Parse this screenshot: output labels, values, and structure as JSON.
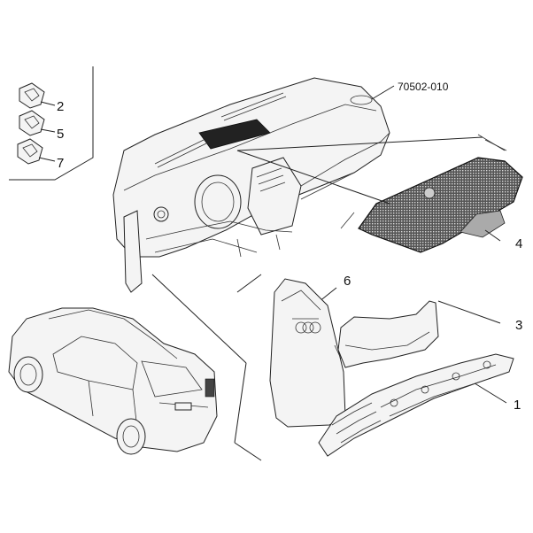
{
  "diagram": {
    "reference_code": "70502-010",
    "callouts": [
      {
        "id": "c1",
        "text": "1"
      },
      {
        "id": "c2",
        "text": "2"
      },
      {
        "id": "c3",
        "text": "3"
      },
      {
        "id": "c4",
        "text": "4"
      },
      {
        "id": "c5",
        "text": "5"
      },
      {
        "id": "c6",
        "text": "6"
      },
      {
        "id": "c7",
        "text": "7"
      }
    ]
  }
}
